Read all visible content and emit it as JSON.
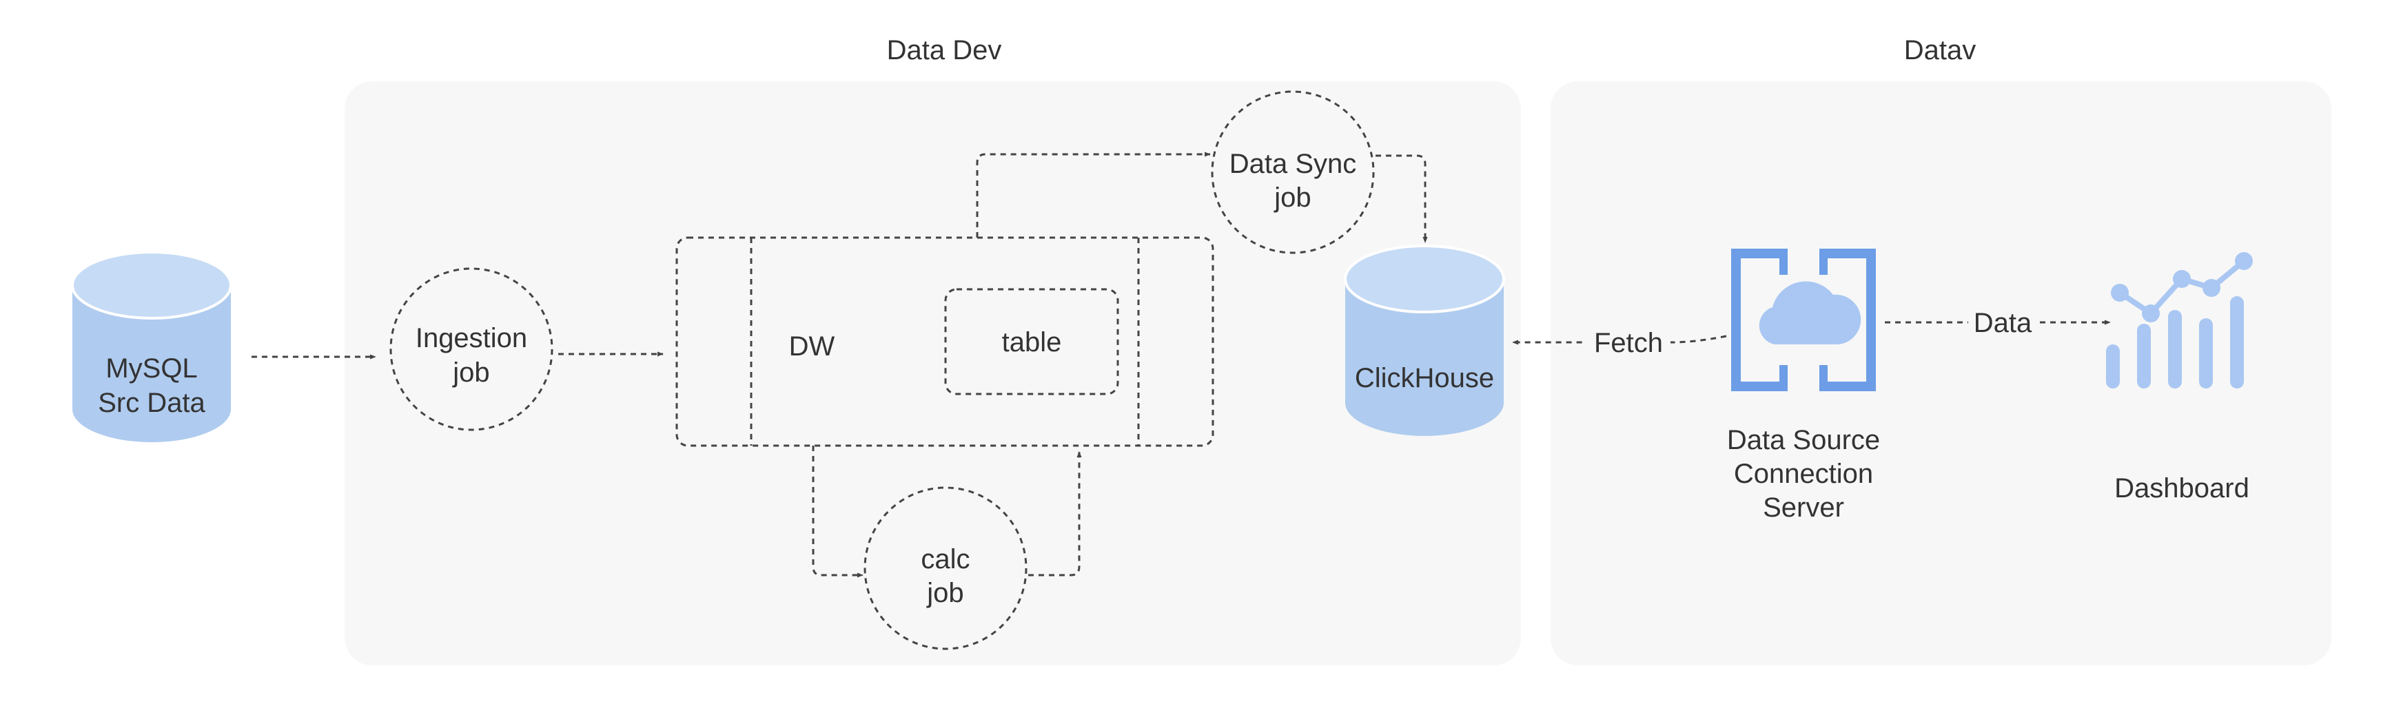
{
  "groups": {
    "data_dev": {
      "title": "Data Dev"
    },
    "datav": {
      "title": "Datav"
    }
  },
  "nodes": {
    "mysql": {
      "line1": "MySQL",
      "line2": "Src Data"
    },
    "ingestion_job": {
      "line1": "Ingestion",
      "line2": "job"
    },
    "dw": {
      "label": "DW"
    },
    "table": {
      "label": "table"
    },
    "data_sync_job": {
      "line1": "Data Sync",
      "line2": "job"
    },
    "calc_job": {
      "line1": "calc",
      "line2": "job"
    },
    "clickhouse": {
      "label": "ClickHouse"
    },
    "data_source_server": {
      "line1": "Data Source",
      "line2": "Connection",
      "line3": "Server",
      "icon": "cloud-connector-icon"
    },
    "dashboard": {
      "label": "Dashboard",
      "icon": "dashboard-chart-icon"
    }
  },
  "edges": {
    "fetch": {
      "label": "Fetch"
    },
    "data": {
      "label": "Data"
    }
  },
  "colors": {
    "database_fill": "#afcbef",
    "database_top": "#c6dbf5",
    "group_bg": "#f7f7f7",
    "icon_blue": "#6c9de6",
    "icon_light": "#a9c7f2",
    "line": "#444444"
  }
}
